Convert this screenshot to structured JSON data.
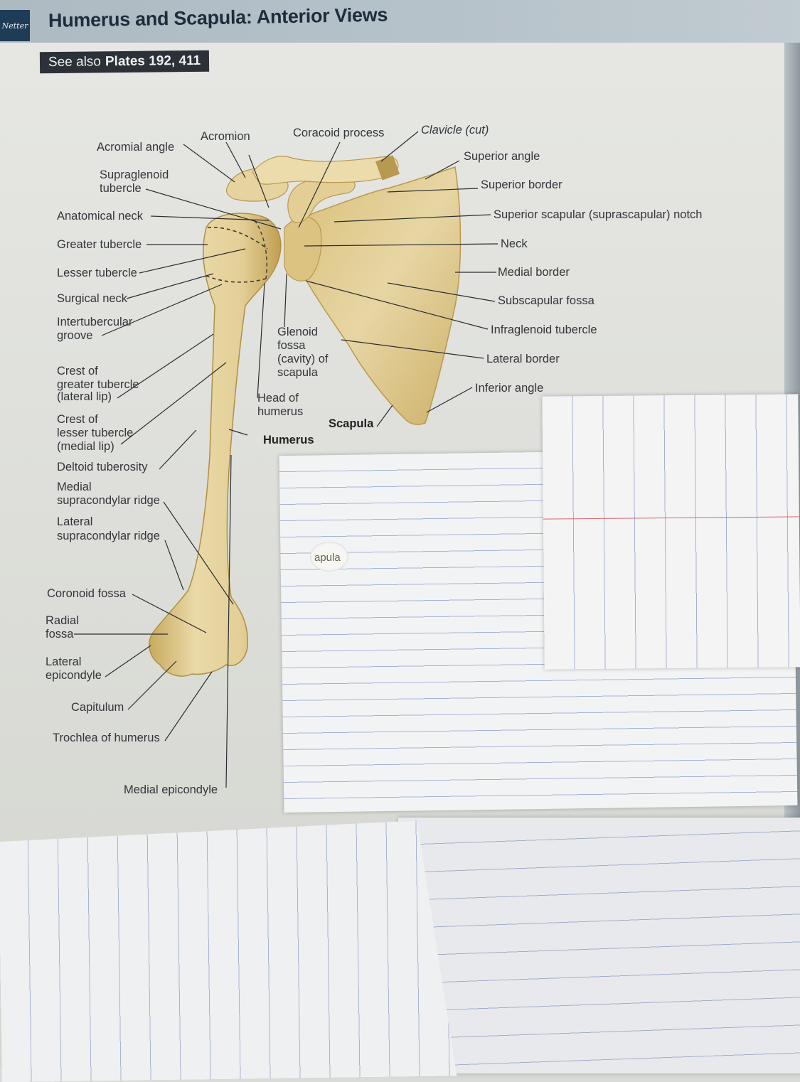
{
  "header": {
    "logo_text": "Netter",
    "title": "Humerus and Scapula: Anterior Views",
    "see_also_prefix": "See also",
    "see_also_plates": "Plates 192, 411"
  },
  "labels": {
    "acromion": "Acromion",
    "coracoid_process": "Coracoid process",
    "clavicle_cut": "Clavicle (cut)",
    "acromial_angle": "Acromial angle",
    "supraglenoid_1": "Supraglenoid",
    "supraglenoid_2": "tubercle",
    "superior_angle": "Superior angle",
    "superior_border": "Superior border",
    "anatomical_neck": "Anatomical neck",
    "suprascapular_notch": "Superior scapular (suprascapular) notch",
    "greater_tubercle": "Greater tubercle",
    "neck": "Neck",
    "lesser_tubercle": "Lesser tubercle",
    "medial_border": "Medial border",
    "surgical_neck": "Surgical neck",
    "subscapular_fossa": "Subscapular fossa",
    "intertubercular_1": "Intertubercular",
    "intertubercular_2": "groove",
    "glenoid_1": "Glenoid",
    "glenoid_2": "fossa",
    "glenoid_3": "(cavity) of",
    "glenoid_4": "scapula",
    "infraglenoid_tubercle": "Infraglenoid tubercle",
    "lateral_border": "Lateral border",
    "crest_greater_1": "Crest of",
    "crest_greater_2": "greater tubercle",
    "crest_greater_3": "(lateral lip)",
    "inferior_angle": "Inferior angle",
    "head_humerus_1": "Head of",
    "head_humerus_2": "humerus",
    "crest_lesser_1": "Crest of",
    "crest_lesser_2": "lesser tubercle",
    "crest_lesser_3": "(medial lip)",
    "scapula": "Scapula",
    "humerus": "Humerus",
    "deltoid_tuberosity": "Deltoid tuberosity",
    "medial_supracondylar_1": "Medial",
    "medial_supracondylar_2": "supracondylar ridge",
    "lateral_supracondylar_1": "Lateral",
    "lateral_supracondylar_2": "supracondylar ridge",
    "coronoid_fossa": "Coronoid fossa",
    "radial_fossa_1": "Radial",
    "radial_fossa_2": "fossa",
    "lateral_epicondyle_1": "Lateral",
    "lateral_epicondyle_2": "epicondyle",
    "capitulum": "Capitulum",
    "trochlea": "Trochlea of humerus",
    "medial_epicondyle": "Medial epicondyle",
    "hole_fragment": "apula"
  },
  "colors": {
    "bone_fill": "#e6d6a4",
    "bone_shade": "#c9ae62",
    "leader": "#2b2d30",
    "header_band": "#b3bfc6",
    "see_also_bg": "#2c3037"
  }
}
